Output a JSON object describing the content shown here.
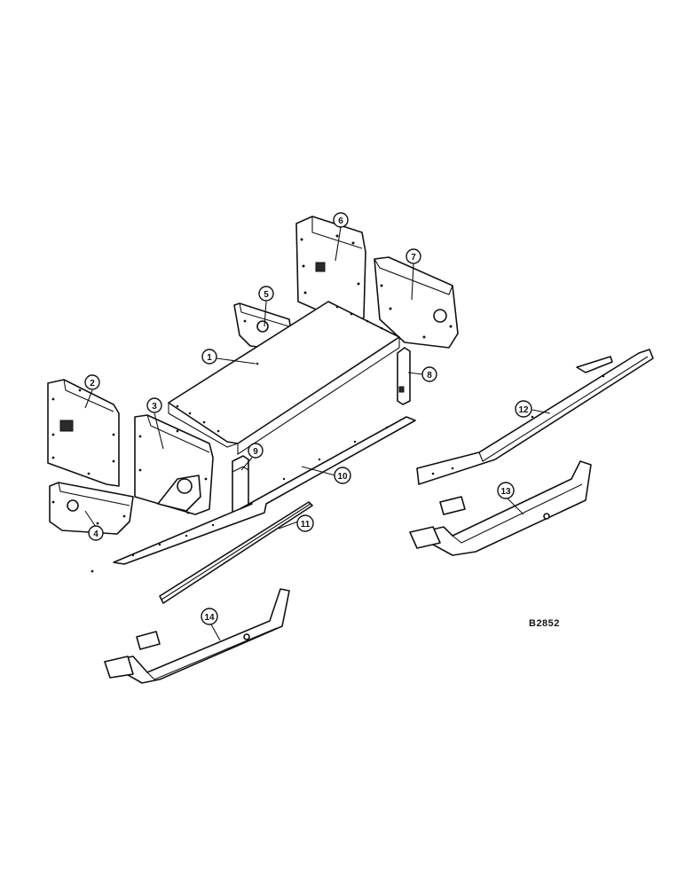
{
  "diagram": {
    "figure_code": "B2852",
    "callouts": [
      "1",
      "2",
      "3",
      "4",
      "5",
      "6",
      "7",
      "8",
      "9",
      "10",
      "11",
      "12",
      "13",
      "14"
    ]
  }
}
